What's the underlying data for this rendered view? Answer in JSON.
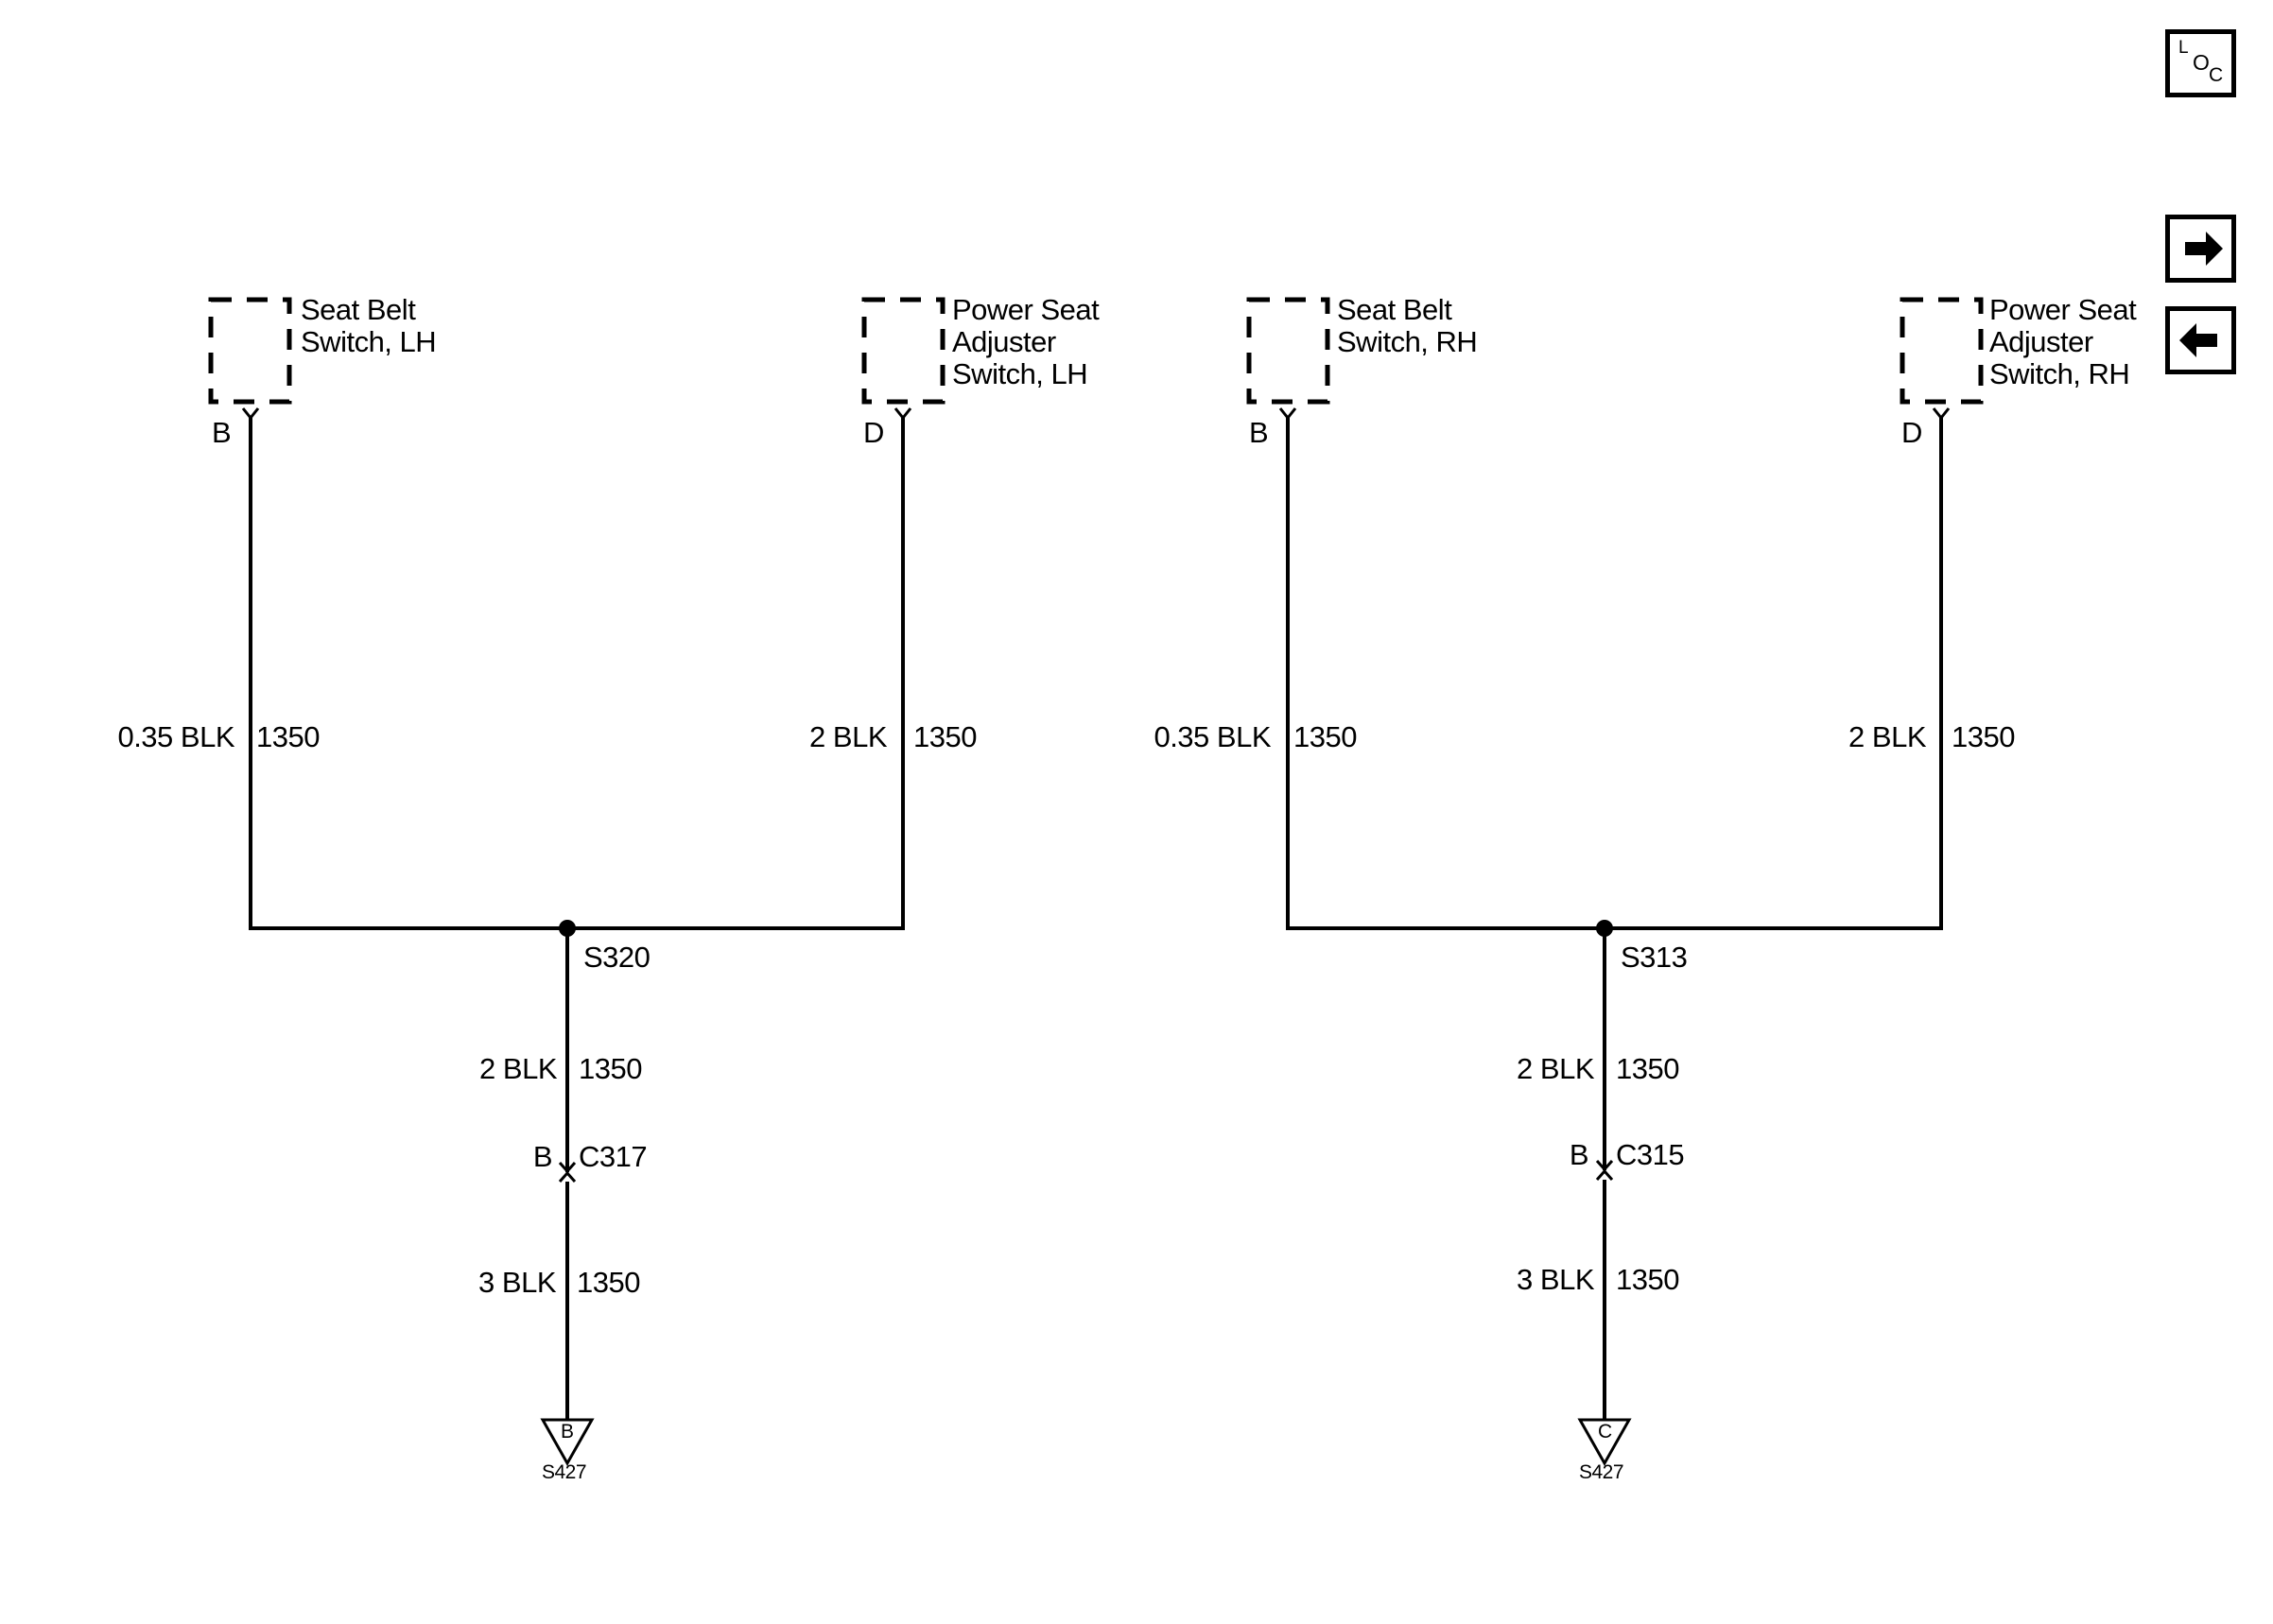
{
  "nav": {
    "loc_button": {
      "letters": [
        "L",
        "O",
        "C"
      ],
      "icon": "component-locator-icon"
    },
    "next_button": {
      "icon": "arrow-right-icon"
    },
    "prev_button": {
      "icon": "arrow-left-icon"
    }
  },
  "left_circuit": {
    "components": [
      {
        "name": "Seat Belt\nSwitch, LH",
        "pin": "B"
      },
      {
        "name": "Power Seat\nAdjuster\nSwitch, LH",
        "pin": "D"
      }
    ],
    "branch_wires": [
      {
        "size_color": "0.35 BLK",
        "circuit": "1350"
      },
      {
        "size_color": "2 BLK",
        "circuit": "1350"
      }
    ],
    "splice": "S320",
    "trunk_wire": {
      "size_color": "2 BLK",
      "circuit": "1350"
    },
    "connector": {
      "pin": "B",
      "id": "C317"
    },
    "lower_wire": {
      "size_color": "3 BLK",
      "circuit": "1350"
    },
    "ground": {
      "letter": "B",
      "id": "S427"
    }
  },
  "right_circuit": {
    "components": [
      {
        "name": "Seat Belt\nSwitch, RH",
        "pin": "B"
      },
      {
        "name": "Power Seat\nAdjuster\nSwitch, RH",
        "pin": "D"
      }
    ],
    "branch_wires": [
      {
        "size_color": "0.35 BLK",
        "circuit": "1350"
      },
      {
        "size_color": "2 BLK",
        "circuit": "1350"
      }
    ],
    "splice": "S313",
    "trunk_wire": {
      "size_color": "2 BLK",
      "circuit": "1350"
    },
    "connector": {
      "pin": "B",
      "id": "C315"
    },
    "lower_wire": {
      "size_color": "3 BLK",
      "circuit": "1350"
    },
    "ground": {
      "letter": "C",
      "id": "S427"
    }
  },
  "colors": {
    "line": "#000000",
    "background": "#ffffff"
  }
}
